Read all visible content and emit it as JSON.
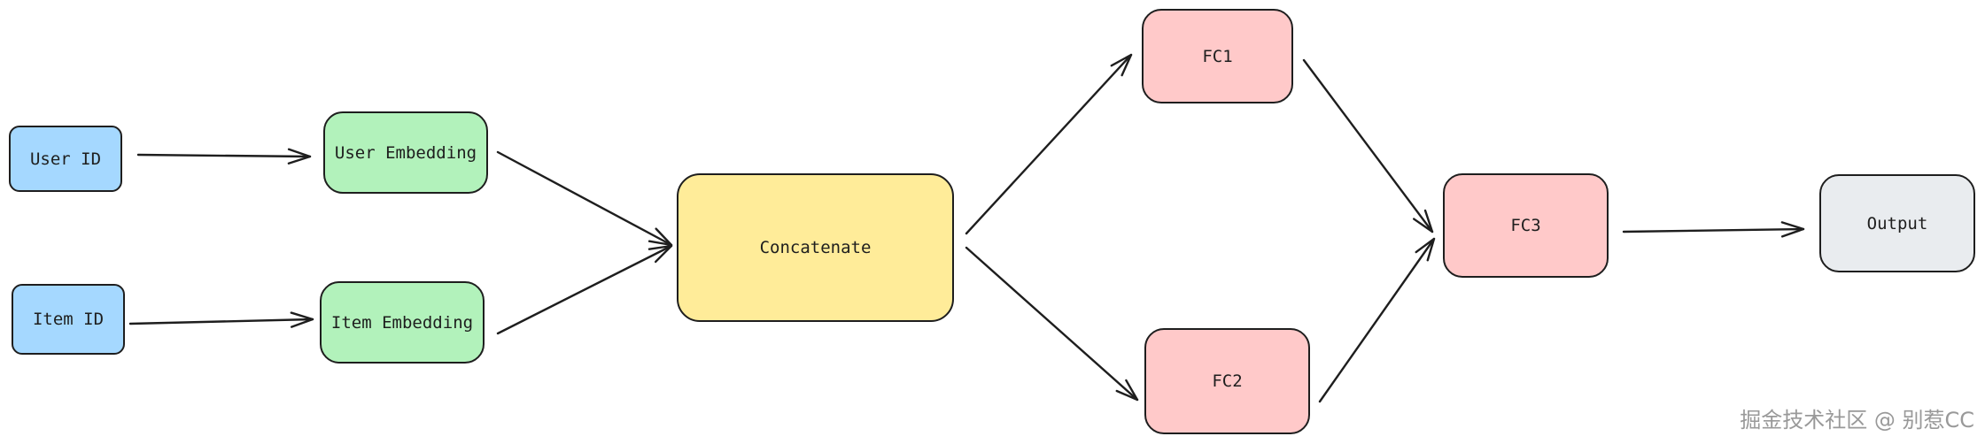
{
  "nodes": {
    "user_id": "User ID",
    "item_id": "Item ID",
    "user_embedding": "User Embedding",
    "item_embedding": "Item Embedding",
    "concatenate": "Concatenate",
    "fc1": "FC1",
    "fc2": "FC2",
    "fc3": "FC3",
    "output": "Output"
  },
  "colors": {
    "id_fill": "#a5d8ff",
    "embedding_fill": "#b2f2bb",
    "concat_fill": "#ffec99",
    "fc_fill": "#ffc9c9",
    "output_fill": "#e9ecef",
    "stroke": "#1e1e1e"
  },
  "watermark": "掘金技术社区 @ 别惹CC"
}
